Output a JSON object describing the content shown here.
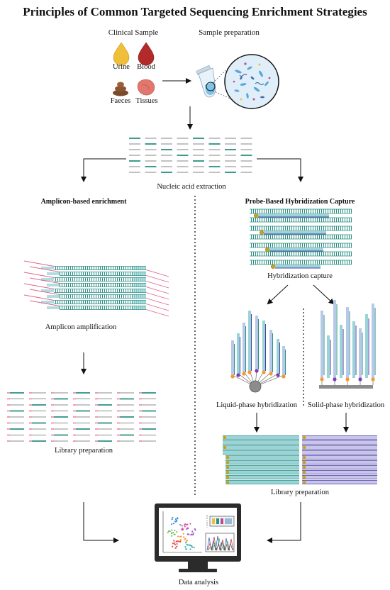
{
  "title": "Principles of Common Targeted Sequencing Enrichment Strategies",
  "clinical_sample": {
    "heading": "Clinical Sample",
    "urine": "Urine",
    "blood": "Blood",
    "faeces": "Faeces",
    "tissues": "Tissues"
  },
  "sample_preparation": "Sample preparation",
  "nucleic_acid_extraction": "Nucleic acid extraction",
  "left_branch": {
    "heading": "Amplicon-based enrichment",
    "amplification": "Amplicon amplification",
    "library": "Library preparation"
  },
  "right_branch": {
    "heading": "Probe-Based Hybridization Capture",
    "capture": "Hybridization capture",
    "liquid": "Liquid-phase hybridization",
    "solid": "Solid-phase hybridization",
    "library": "Library preparation"
  },
  "data_analysis": "Data analysis",
  "colors": {
    "dna_teal": "#2a8f83",
    "dna_light": "#9bd4d8",
    "probe_purple": "#4a3fa0",
    "primer_pink": "#e0668a",
    "gold": "#c9a21a",
    "arrow": "#111111"
  }
}
